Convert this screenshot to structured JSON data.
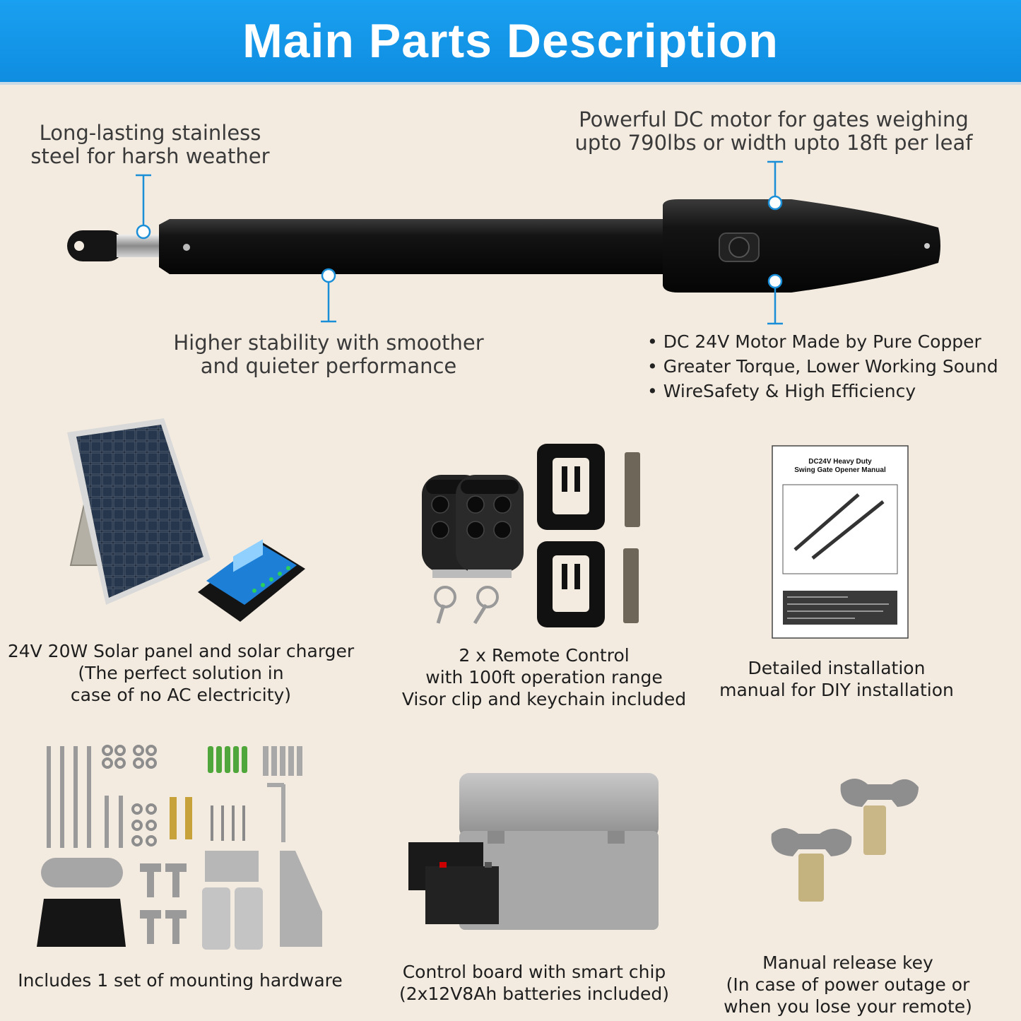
{
  "header": {
    "title": "Main Parts Description"
  },
  "callouts": {
    "steel": [
      "Long-lasting stainless",
      "steel for harsh weather"
    ],
    "motor": [
      "Powerful DC motor for gates weighing",
      "upto 790lbs or width upto 18ft per leaf"
    ],
    "stability": [
      "Higher stability with smoother",
      "and quieter performance"
    ]
  },
  "motor_features": [
    "DC 24V Motor Made by Pure Copper",
    "Greater Torque, Lower Working Sound",
    "WireSafety & High Efficiency"
  ],
  "manual": {
    "title_line1": "DC24V Heavy Duty",
    "title_line2": "Swing Gate Opener Manual"
  },
  "parts": [
    {
      "name": "solar",
      "lines": [
        "24V 20W Solar panel and solar charger",
        "(The perfect solution in",
        "case of no AC electricity)"
      ]
    },
    {
      "name": "remote",
      "lines": [
        "2 x Remote Control",
        "with 100ft operation range",
        "Visor clip and keychain included"
      ]
    },
    {
      "name": "manual",
      "lines": [
        "Detailed installation",
        "manual for DIY installation"
      ]
    },
    {
      "name": "hardware",
      "lines": [
        "Includes 1 set of mounting hardware"
      ]
    },
    {
      "name": "control",
      "lines": [
        "Control board with smart chip",
        "(2x12V8Ah batteries included)"
      ]
    },
    {
      "name": "key",
      "lines": [
        "Manual release key",
        "(In case of power outage or",
        "when you lose your remote)"
      ]
    }
  ],
  "colors": {
    "banner": "#1298e8",
    "accent": "#1a8fd8",
    "background": "#f3ebe0"
  }
}
